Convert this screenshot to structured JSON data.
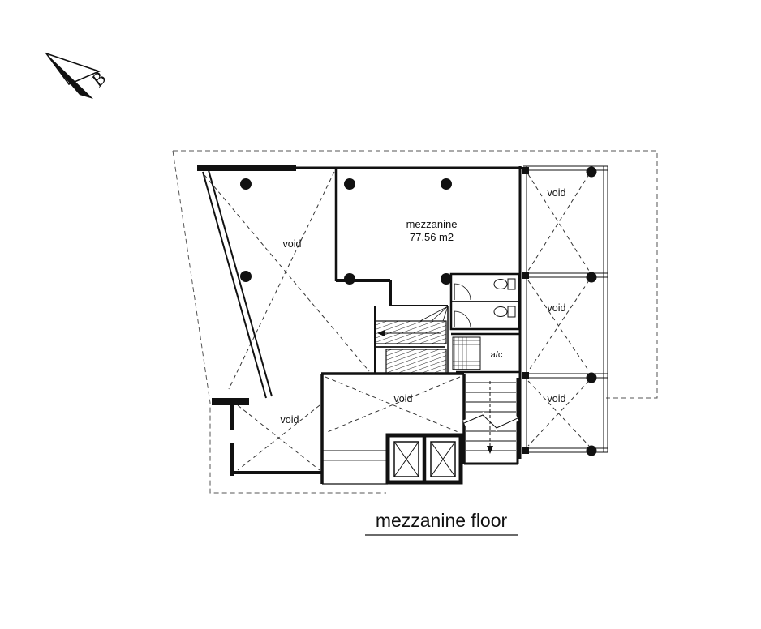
{
  "drawing": {
    "title": "mezzanine floor",
    "north_label": "B"
  },
  "plan": {
    "mezzanine_label": "mezzanine",
    "mezzanine_area": "77.56 m2",
    "ac_label": "a/c",
    "void_labels": {
      "upper_left": "void",
      "lower_left": "void",
      "center": "void",
      "right_top": "void",
      "right_middle": "void",
      "right_bottom": "void"
    }
  },
  "colors": {
    "wall": "#111111",
    "dashed": "#333333",
    "background": "#ffffff"
  }
}
